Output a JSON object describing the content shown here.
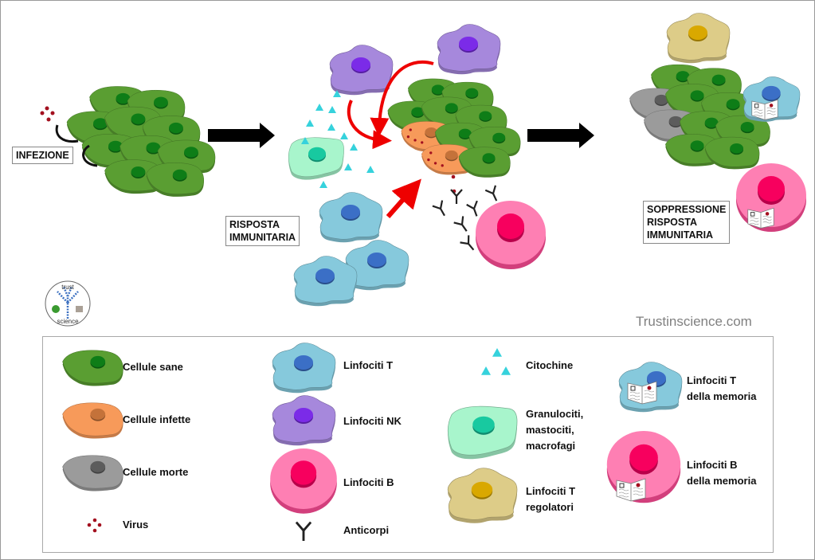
{
  "labels": {
    "infection": "INFEZIONE",
    "immune_response": [
      "RISPOSTA",
      "IMMUNITARIA"
    ],
    "suppression": [
      "SOPPRESSIONE",
      "RISPOSTA",
      "IMMUNITARIA"
    ],
    "website": "Trustinscience.com",
    "logo_top": "trust",
    "logo_bottom": "science"
  },
  "colors": {
    "healthy": "#5a9e32",
    "healthy_nucleus": "#0e7d17",
    "infected": "#f79a5a",
    "infected_nucleus": "#c4723a",
    "dead": "#9b9b9b",
    "dead_nucleus": "#5c5c5c",
    "virus": "#a3101f",
    "t_cell": "#86c9dc",
    "t_nucleus": "#3b6fc6",
    "nk_cell": "#a688dc",
    "nk_nucleus": "#7b2be8",
    "b_cell": "#fe7fb3",
    "b_nucleus": "#f7005e",
    "granulocyte": "#a8f5cc",
    "granulocyte_nucleus": "#18c9a0",
    "treg": "#ddcc88",
    "treg_nucleus": "#d9a800",
    "cytokine": "#36d2dc",
    "arrow_red": "#ee0000"
  },
  "legend": {
    "col1": [
      "Cellule sane",
      "Cellule infette",
      "Cellule morte",
      "Virus"
    ],
    "col2": [
      "Linfociti T",
      "Linfociti NK",
      "Linfociti B",
      "Anticorpi"
    ],
    "col3": [
      [
        "Citochine"
      ],
      [
        "Granulociti,",
        "mastociti,",
        "macrofagi"
      ],
      [
        "Linfociti T",
        "regolatori"
      ]
    ],
    "col4": [
      [
        "Linfociti T",
        "della memoria"
      ],
      [
        "Linfociti B",
        "della memoria"
      ]
    ]
  }
}
